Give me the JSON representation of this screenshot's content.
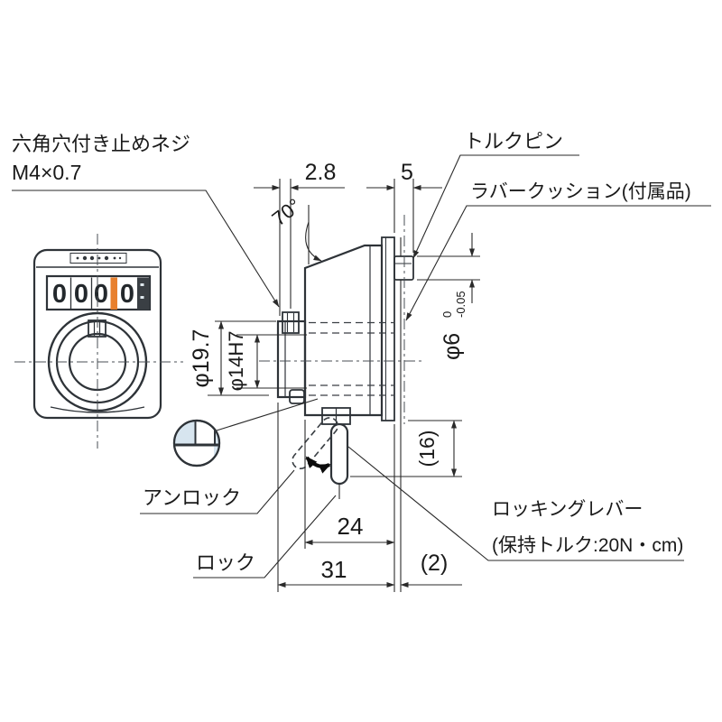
{
  "labels": {
    "set_screw": "六角穴付き止めネジ",
    "set_screw_spec": "M4×0.7",
    "torque_pin": "トルクピン",
    "rubber_cushion": "ラバークッション(付属品)",
    "unlock": "アンロック",
    "lock": "ロック",
    "locking_lever": "ロッキングレバー",
    "locking_lever_torque": "(保持トルク:20N・cm)"
  },
  "dimensions": {
    "screw_offset": "2.8",
    "pin_protrusion": "5",
    "face_angle": "70°",
    "hub_outer_dia": "φ19.7",
    "bore_dia": "φ14H7",
    "pin_dia": "φ6",
    "pin_tol_upper": "0",
    "pin_tol_lower": "-0.05",
    "lever_length": "(16)",
    "body_depth": "24",
    "total_depth": "31",
    "cushion_thickness": "(2)"
  },
  "counter": {
    "digits": [
      "0",
      "0",
      "0",
      "0"
    ]
  },
  "colors": {
    "body_fill": "#d7e5ef",
    "accent_orange": "#e8802e",
    "outline": "#2e3338",
    "dim_color": "#2a2a2a"
  }
}
